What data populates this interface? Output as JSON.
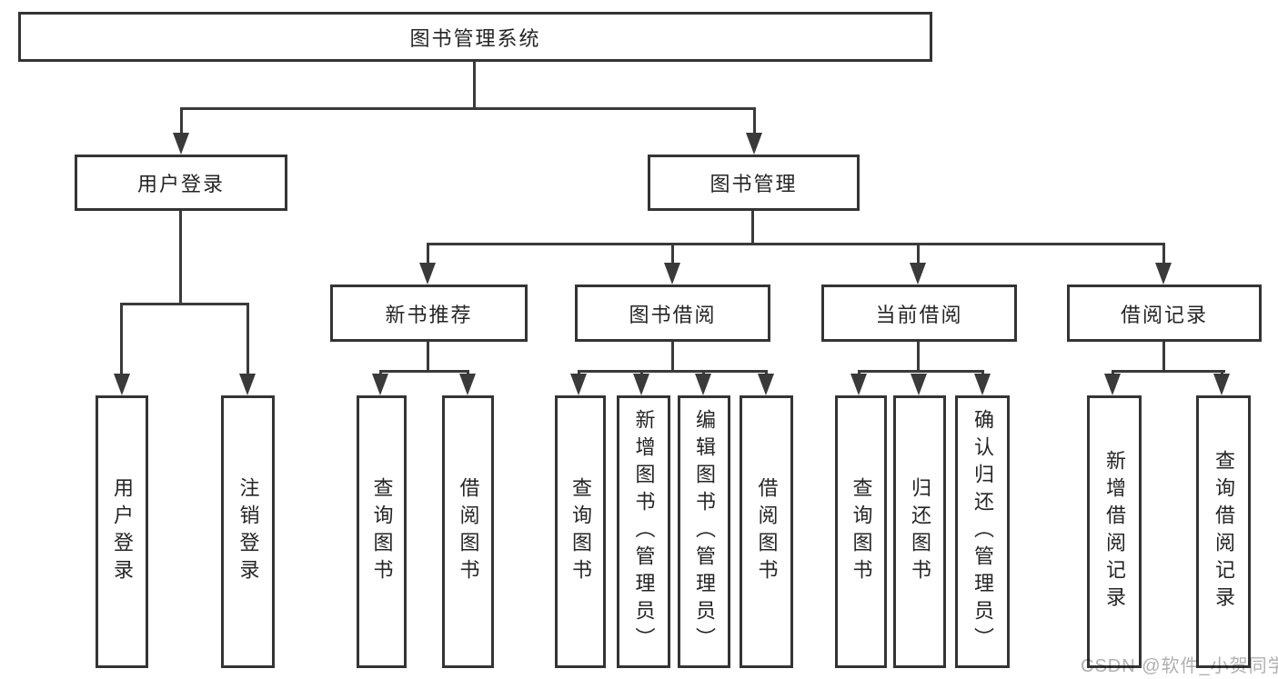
{
  "tree": {
    "label": "图书管理系统",
    "children": [
      {
        "label": "用户登录",
        "children": [
          {
            "label": "用户登录"
          },
          {
            "label": "注销登录"
          }
        ]
      },
      {
        "label": "图书管理",
        "children": [
          {
            "label": "新书推荐",
            "children": [
              {
                "label": "查询图书"
              },
              {
                "label": "借阅图书"
              }
            ]
          },
          {
            "label": "图书借阅",
            "children": [
              {
                "label": "查询图书"
              },
              {
                "label": "新增图书（管理员）"
              },
              {
                "label": "编辑图书（管理员）"
              },
              {
                "label": "借阅图书"
              }
            ]
          },
          {
            "label": "当前借阅",
            "children": [
              {
                "label": "查询图书"
              },
              {
                "label": "归还图书"
              },
              {
                "label": "确认归还（管理员）"
              }
            ]
          },
          {
            "label": "借阅记录",
            "children": [
              {
                "label": "新增借阅记录"
              },
              {
                "label": "查询借阅记录"
              }
            ]
          }
        ]
      }
    ]
  },
  "watermark": "CSDN @软件_小贺同学",
  "colors": {
    "line": "#3a3a3a",
    "box_border": "#343434",
    "text": "#252525",
    "watermark": "#b0b0b0",
    "background": "#ffffff"
  }
}
